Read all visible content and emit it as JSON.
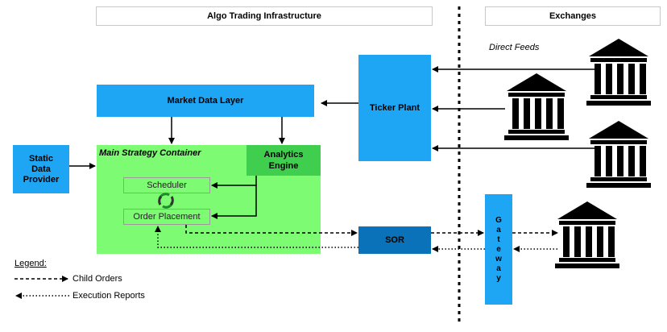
{
  "headers": {
    "algo": "Algo Trading Infrastructure",
    "exchanges": "Exchanges"
  },
  "labels": {
    "direct_feeds": "Direct Feeds"
  },
  "boxes": {
    "market_data_layer": "Market Data Layer",
    "ticker_plant": "Ticker Plant",
    "static_data_provider": "Static Data Provider",
    "main_strategy_container": "Main Strategy Container",
    "analytics_engine": "Analytics Engine",
    "scheduler": "Scheduler",
    "order_placement": "Order Placement",
    "sor": "SOR",
    "gateway": "Gateway"
  },
  "legend": {
    "title": "Legend:",
    "child_orders": "Child Orders",
    "execution_reports": "Execution Reports"
  },
  "colors": {
    "blue": "#1ea6f5",
    "dark_blue": "#0a72b8",
    "green": "#7cfb73",
    "dark_green": "#3fce4e"
  },
  "icons": [
    "exchange-building-icon",
    "refresh-cycle-icon"
  ]
}
